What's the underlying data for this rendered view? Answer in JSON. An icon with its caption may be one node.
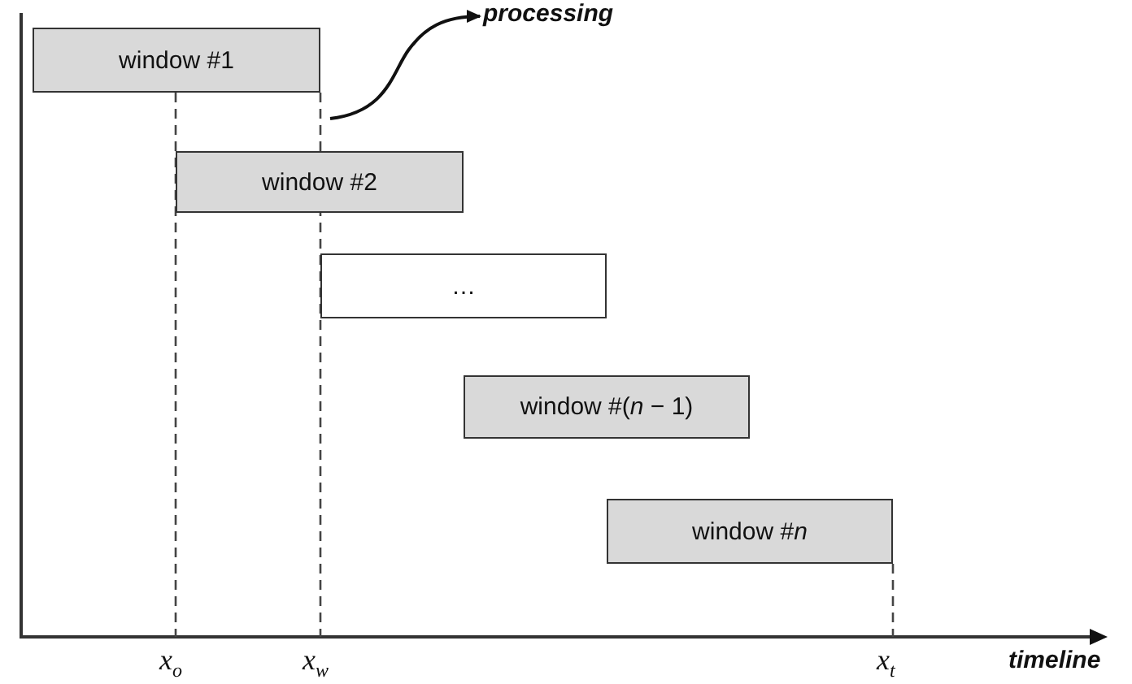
{
  "diagram": {
    "nodes": [
      {
        "text": [
          "window #1"
        ]
      },
      {
        "text": [
          "window #2"
        ]
      },
      {
        "text": [
          "…"
        ]
      },
      {
        "text": [
          "window #(*n* − 1)"
        ]
      },
      {
        "text": [
          "window #*n*"
        ]
      },
      {
        "text": [
          "processing"
        ]
      }
    ],
    "edges": [
      {
        "from": 0,
        "to": 5,
        "arrow": "to"
      }
    ],
    "labels": [
      "*x*$_{o}$",
      "*x*$_{w}$",
      "*x*$_{t}$",
      "timeline"
    ]
  }
}
